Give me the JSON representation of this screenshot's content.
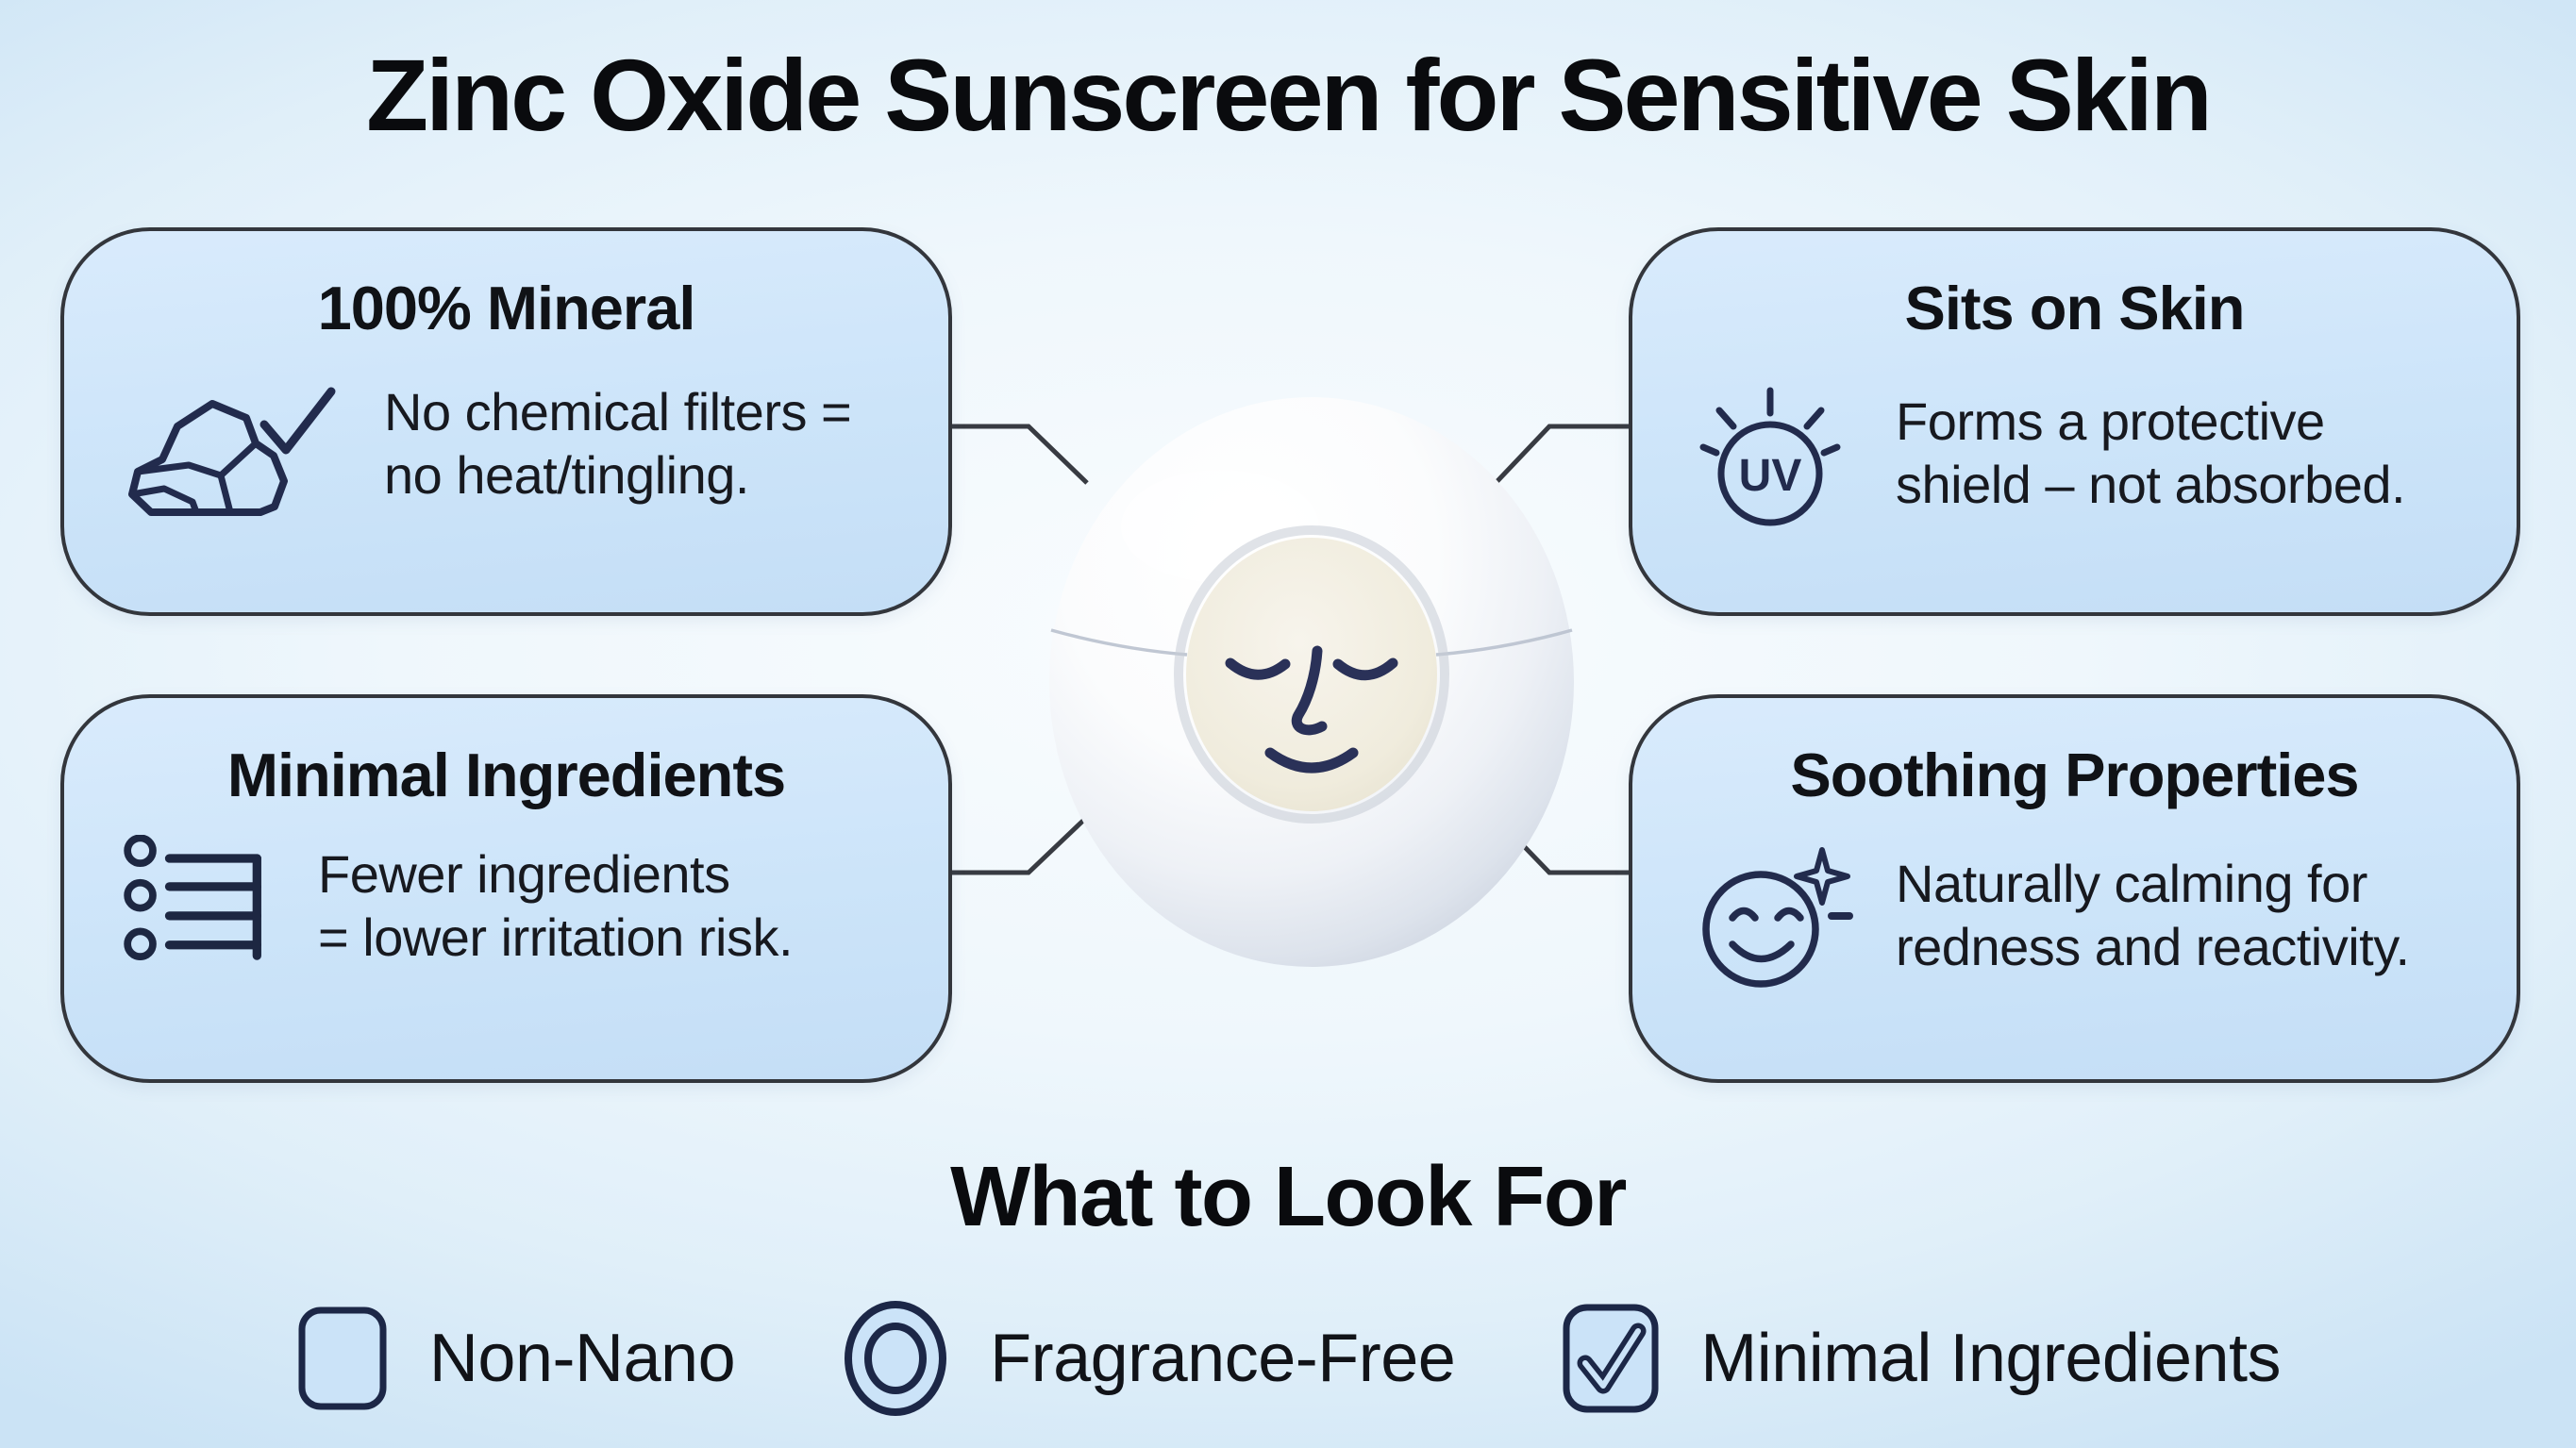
{
  "title": "Zinc Oxide Sunscreen for Sensitive Skin",
  "cards": [
    {
      "title": "100% Mineral",
      "line1": "No chemical filters =",
      "line2": "no heat/tingling.",
      "icon": "mineral-rock-with-checkmark"
    },
    {
      "title": "Sits on Skin",
      "line1": "Forms a protective",
      "line2": "shield – not absorbed.",
      "icon": "uv-sun-circle",
      "icon_label": "UV"
    },
    {
      "title": "Minimal Ingredients",
      "line1": "Fewer ingredients",
      "line2": "= lower irritation risk.",
      "icon": "bulleted-ingredient-list"
    },
    {
      "title": "Soothing Properties",
      "line1": "Naturally calming for",
      "line2": "redness and reactivity.",
      "icon": "smiling-face-with-sparkle"
    }
  ],
  "center_illustration": "white-sunscreen-jar-sphere-with-calm-sleeping-face",
  "footer": {
    "heading": "What to Look For",
    "items": [
      {
        "label": "Non-Nano",
        "icon": "rounded-square"
      },
      {
        "label": "Fragrance-Free",
        "icon": "double-circle"
      },
      {
        "label": "Minimal Ingredients",
        "icon": "checked-checkbox"
      }
    ]
  },
  "colors": {
    "background_edge": "#cbe3f5",
    "background_center": "#f9fcfe",
    "card_fill": "#cce4f9",
    "card_border": "#33363c",
    "text": "#111318",
    "icon_stroke": "#222b4d",
    "connector": "#383b42",
    "sphere_white": "#ffffff",
    "face_fill": "#f2efe2",
    "face_stroke": "#2a3158"
  }
}
